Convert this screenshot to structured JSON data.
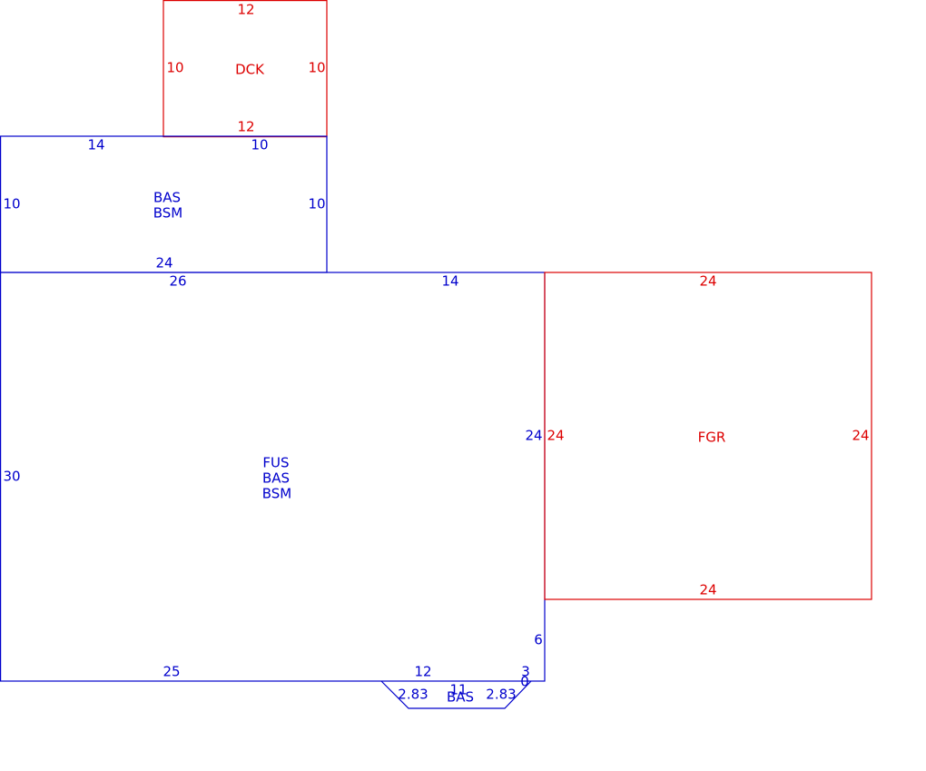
{
  "colors": {
    "living_outline": "#0000cc",
    "attached_outline": "#dd0000"
  },
  "areas": {
    "deck": {
      "label": "DCK",
      "dims": {
        "top": "12",
        "left": "10",
        "right": "10",
        "bottom": "12"
      }
    },
    "upper_bas": {
      "label_line1": "BAS",
      "label_line2": "BSM",
      "dims": {
        "top_left": "14",
        "top_right": "10",
        "left": "10",
        "right": "10",
        "bottom": "24"
      }
    },
    "main": {
      "label_line1": "FUS",
      "label_line2": "BAS",
      "label_line3": "BSM",
      "dims": {
        "top_left": "26",
        "top_right": "14",
        "left": "30",
        "right": "24",
        "lower_right": "6",
        "bottom_left": "25",
        "bottom_mid": "12",
        "bottom_right": "3"
      }
    },
    "garage": {
      "label": "FGR",
      "dims": {
        "top": "24",
        "left": "24",
        "right": "24",
        "bottom": "24"
      }
    },
    "bay": {
      "label": "BAS",
      "dims": {
        "left_diag": "2.83",
        "right_diag": "2.83",
        "bottom": "11",
        "right_small": "0"
      }
    }
  }
}
